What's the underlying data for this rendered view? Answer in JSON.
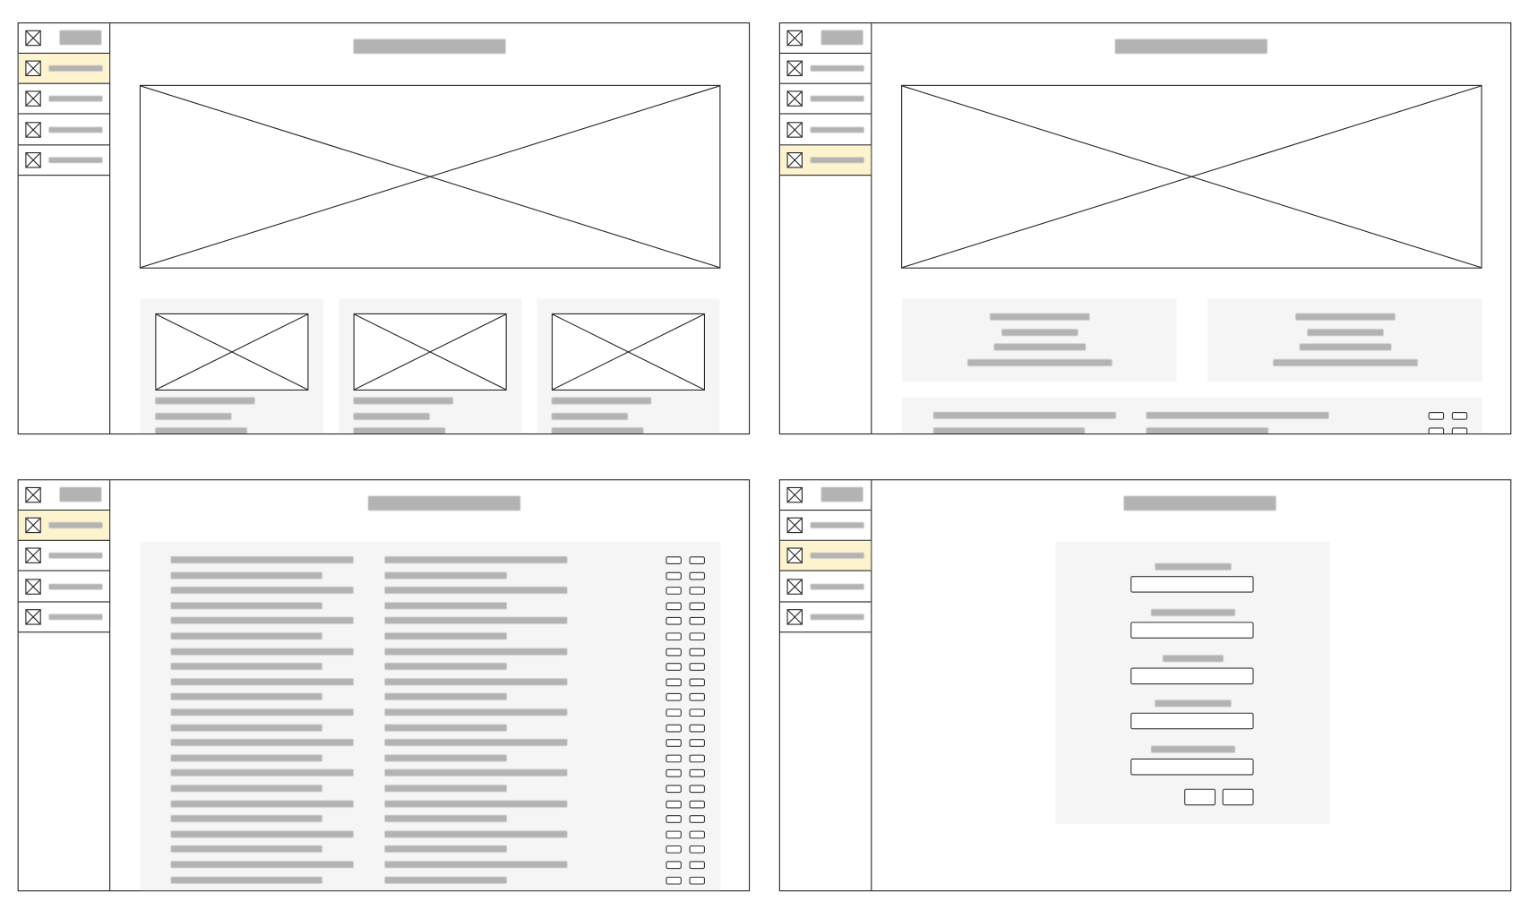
{
  "colors": {
    "active_nav": "#fdf3cf",
    "placeholder_text": "#b3b3b3",
    "card_background": "#f5f5f5",
    "outline": "#222222"
  },
  "icons": {
    "image_placeholder": "image-placeholder-icon"
  },
  "panels": [
    {
      "screen": "gallery",
      "nav_items": 4,
      "active_nav_index": 0,
      "cards": 3
    },
    {
      "screen": "dashboard",
      "nav_items": 4,
      "active_nav_index": 3,
      "summary_cards": 2,
      "table_rows_visible": 2
    },
    {
      "screen": "list",
      "nav_items": 4,
      "active_nav_index": 0,
      "rows": 22
    },
    {
      "screen": "form",
      "nav_items": 4,
      "active_nav_index": 1,
      "fields": 5,
      "buttons": 2
    }
  ]
}
